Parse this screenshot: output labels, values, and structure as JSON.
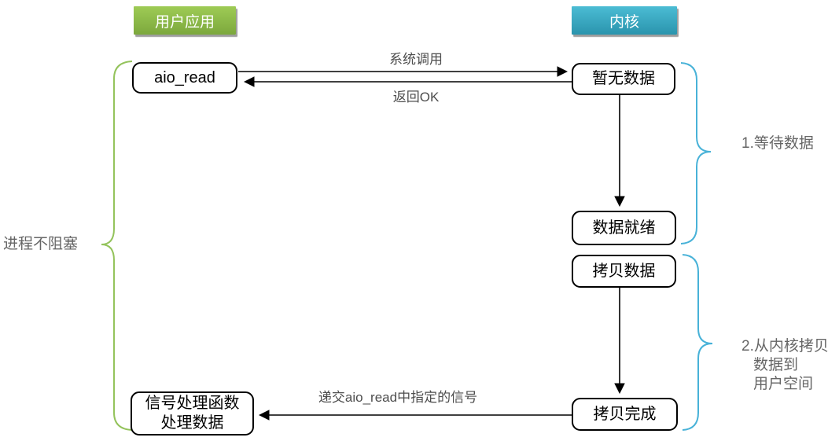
{
  "headers": {
    "user_app": "用户应用",
    "kernel": "内核"
  },
  "nodes": {
    "aio_read": "aio_read",
    "no_data": "暂无数据",
    "data_ready": "数据就绪",
    "copy_data": "拷贝数据",
    "copy_done": "拷贝完成",
    "signal_handler_line1": "信号处理函数",
    "signal_handler_line2": "处理数据"
  },
  "edges": {
    "syscall": "系统调用",
    "return_ok": "返回OK",
    "deliver_signal": "递交aio_read中指定的信号"
  },
  "annotations": {
    "process_no_block": "进程不阻塞",
    "step1": "1.等待数据",
    "step2_lines": [
      "2.从内核拷贝",
      "数据到",
      "用户空间"
    ]
  },
  "colors": {
    "user_app_green": "#8bbf47",
    "kernel_blue": "#2ba3bd",
    "left_brace_green": "#94c35c",
    "right_brace_blue": "#48b2d8",
    "arrow_black": "#000000",
    "label_gray": "#4d4d4d"
  }
}
